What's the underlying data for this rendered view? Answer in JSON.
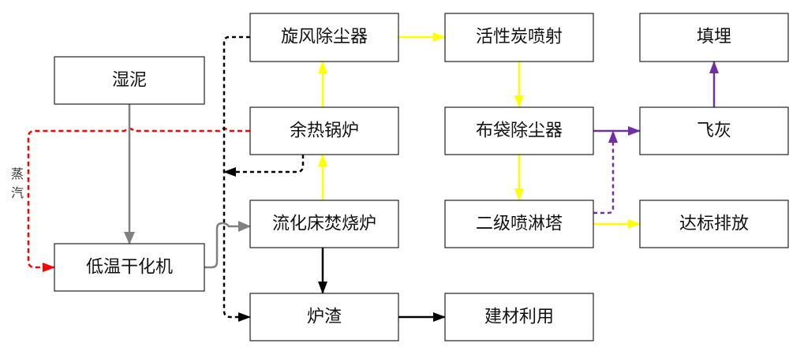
{
  "colors": {
    "steam": "#ff0000",
    "sludge": "#808080",
    "flue_gas": "#ffff00",
    "solid": "#000000",
    "ash": "#7030a0"
  },
  "nodes": {
    "wet_sludge": "湿泥",
    "low_temp_dryer": "低温干化机",
    "cyclone": "旋风除尘器",
    "waste_heat_boiler": "余热锅炉",
    "fluidized_bed_incinerator": "流化床焚烧炉",
    "slag": "炉渣",
    "activated_carbon_injection": "活性炭喷射",
    "bag_filter": "布袋除尘器",
    "two_stage_spray_tower": "二级喷淋塔",
    "building_material_use": "建材利用",
    "landfill": "填埋",
    "fly_ash": "飞灰",
    "compliant_discharge": "达标排放"
  },
  "labels": {
    "steam_1": "蒸",
    "steam_2": "汽"
  }
}
